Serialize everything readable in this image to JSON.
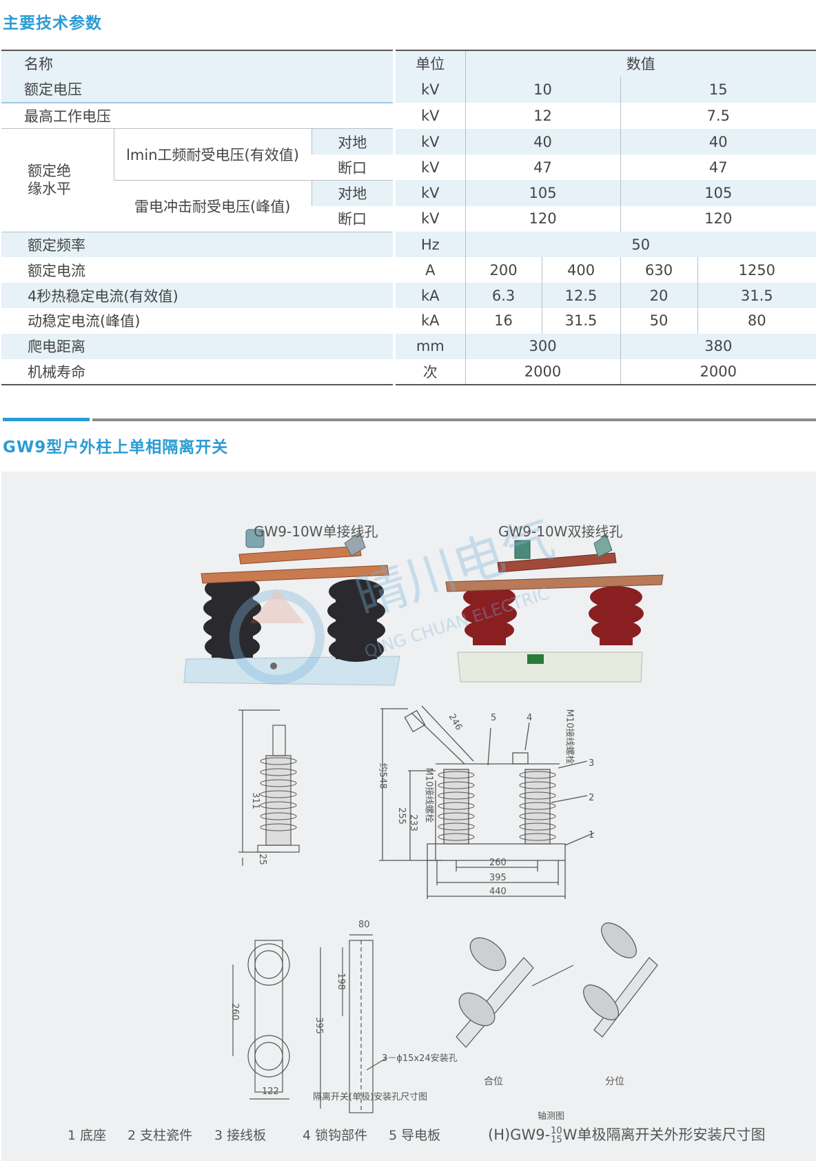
{
  "section1_title": "主要技术参数",
  "section2_title": "GW9型户外柱上单相隔离开关",
  "table": {
    "header": {
      "name": "名称",
      "unit": "单位",
      "value": "数值"
    },
    "rated_voltage": {
      "label": "额定电压",
      "unit": "kV",
      "v1": "10",
      "v2": "15"
    },
    "max_voltage": {
      "label": "最高工作电压",
      "unit": "kV",
      "v1": "12",
      "v2": "7.5"
    },
    "insulation": {
      "group_label": "额定绝缘水平",
      "pf_label": "lmin工频耐受电压(有效值)",
      "li_label": "雷电冲击耐受电压(峰值)",
      "to_ground": "对地",
      "break": "断口",
      "rows": [
        {
          "unit": "kV",
          "v1": "40",
          "v2": "40"
        },
        {
          "unit": "kV",
          "v1": "47",
          "v2": "47"
        },
        {
          "unit": "kV",
          "v1": "105",
          "v2": "105"
        },
        {
          "unit": "kV",
          "v1": "120",
          "v2": "120"
        }
      ]
    },
    "frequency": {
      "label": "额定频率",
      "unit": "Hz",
      "v": "50"
    },
    "current": {
      "label": "额定电流",
      "unit": "A",
      "vals": [
        "200",
        "400",
        "630",
        "1250"
      ]
    },
    "thermal": {
      "label": "4秒热稳定电流(有效值)",
      "unit": "kA",
      "vals": [
        "6.3",
        "12.5",
        "20",
        "31.5"
      ]
    },
    "dynamic": {
      "label": "动稳定电流(峰值)",
      "unit": "kA",
      "vals": [
        "16",
        "31.5",
        "50",
        "80"
      ]
    },
    "creepage": {
      "label": "爬电距离",
      "unit": "mm",
      "v1": "300",
      "v2": "380"
    },
    "life": {
      "label": "机械寿命",
      "unit": "次",
      "v1": "2000",
      "v2": "2000"
    }
  },
  "drawing": {
    "photo1_caption": "GW9-10W单接线孔",
    "photo2_caption": "GW9-10W双接线孔",
    "watermark_cn": "晴川电气",
    "watermark_en": "QING CHUAN ELECTRIC",
    "dims": {
      "d246": "246",
      "d5": "5",
      "d4": "4",
      "m10_top": "M10接线螺栓",
      "d3": "3",
      "d2": "2",
      "d1": "1",
      "d548": "约548",
      "d255": "255",
      "d233": "233",
      "m10_side": "M10接线螺栓",
      "d260": "260",
      "d395": "395",
      "d440": "440",
      "d311": "311",
      "d25": "25",
      "d80": "80",
      "d198": "198",
      "d395b": "395",
      "d260b": "260",
      "d122": "122",
      "holes": "3－ϕ15x24安装孔",
      "hole_caption": "隔离开关(单极)安装孔尺寸图",
      "closed": "合位",
      "open": "分位",
      "iso": "轴测图"
    },
    "legend": [
      "1 底座",
      "2 支柱瓷件",
      "3 接线板",
      "4 锁钩部件",
      "5 导电板"
    ],
    "main_caption_prefix": "(H)GW9-",
    "main_caption_sup": "10",
    "main_caption_sub": "15",
    "main_caption_suffix": "W单极隔离开关外形安装尺寸图"
  },
  "colors": {
    "accent": "#2a9bd4",
    "table_shade": "#e6f1f8",
    "panel": "#eef0f1"
  }
}
